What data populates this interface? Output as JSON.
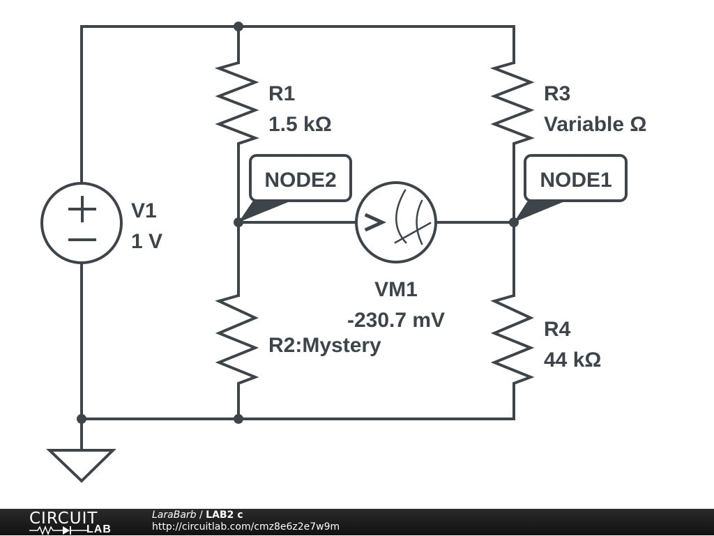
{
  "schematic": {
    "components": {
      "v1": {
        "name": "V1",
        "value": "1 V",
        "plus_symbol": "+",
        "minus_symbol": "−"
      },
      "r1": {
        "name": "R1",
        "value": "1.5 kΩ"
      },
      "r2": {
        "name": "R2:Mystery"
      },
      "r3": {
        "name": "R3",
        "value": "Variable Ω"
      },
      "r4": {
        "name": "R4",
        "value": "44 kΩ"
      },
      "vm1": {
        "name": "VM1",
        "value": "-230.7 mV",
        "symbol": ">"
      }
    },
    "nodes": {
      "node1": "NODE1",
      "node2": "NODE2"
    },
    "colors": {
      "stroke": "#3d454a",
      "background": "#ffffff",
      "footer": "#1a1a1a"
    }
  },
  "footer": {
    "logo_top": "CIRCUIT",
    "logo_bottom": "LAB",
    "author": "LaraBarb",
    "separator": " / ",
    "title": "LAB2 c",
    "url": "http://circuitlab.com/cmz8e6z2e7w9m"
  }
}
